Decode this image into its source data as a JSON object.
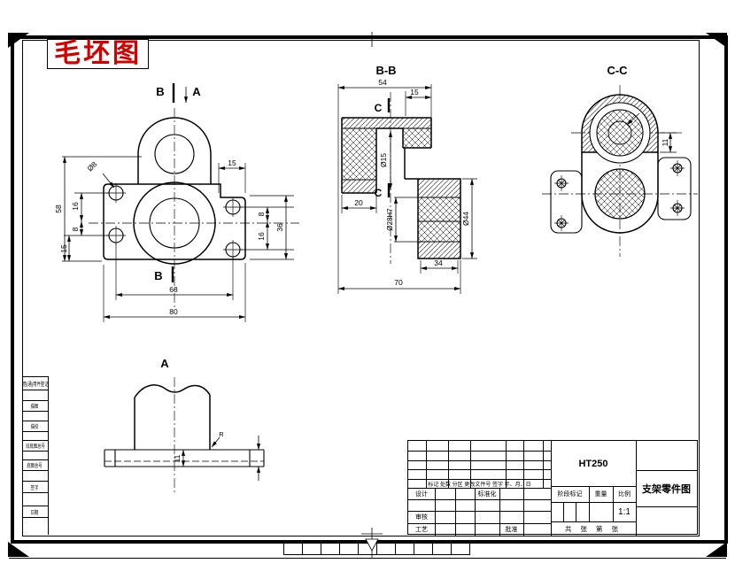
{
  "blank_title": "毛坯图",
  "plan": {
    "sec_b_top": "B",
    "sec_a_top": "A",
    "sec_b_bottom": "B",
    "d58": "58",
    "d16": "16",
    "d8": "8",
    "d15_left": "15",
    "d15_right": "15",
    "d8_right": "8",
    "d16_right": "16",
    "d36": "36",
    "d68": "68",
    "d80": "80",
    "hole_leader": "Ø8"
  },
  "bb": {
    "title": "B-B",
    "c_top": "C",
    "c_bottom": "C",
    "d54": "54",
    "d15": "15",
    "d20": "20",
    "d15_hole": "Ø15",
    "d28": "Ø28H7",
    "d44": "Ø44",
    "d34": "34",
    "d70": "70"
  },
  "cc": {
    "title": "C-C",
    "d11": "11"
  },
  "va": {
    "title": "A",
    "d11": "11",
    "radius_leader": "R"
  },
  "margin": {
    "labels": [
      "借(通)用件登记",
      "描图",
      "描校",
      "旧底图总号",
      "底图总号",
      "签字",
      "日期"
    ]
  },
  "title_block": {
    "material": "HT250",
    "drawing_title": "支架零件图",
    "change_row": "标记 处数 分区 更改文件号 签字 年、月、日",
    "design": "设计",
    "standardization": "标准化",
    "stage_mark": "阶段标记",
    "weight": "重量",
    "scale": "比例",
    "scale_value": "1:1",
    "review": "审核",
    "process": "工艺",
    "approve": "批准",
    "sheets": "共 张 第 张"
  },
  "colors": {
    "accent_red": "#d40000",
    "line": "#000000"
  }
}
